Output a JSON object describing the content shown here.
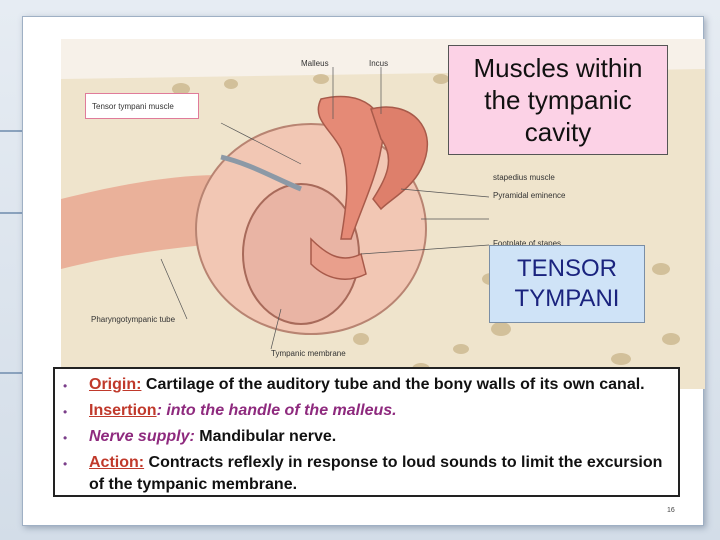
{
  "diagram_labels": {
    "malleus": "Malleus",
    "incus": "Incus",
    "tensor_tympani_muscle": "Tensor tympani muscle",
    "stapedius_muscle": "stapedius muscle",
    "pyramidal_eminence": "Pyramidal eminence",
    "footplate_of_stapes": "Footplate of stapes",
    "pharyngotympanic_tube": "Pharyngotympanic tube",
    "tympanic_membrane": "Tympanic membrane"
  },
  "title_box": {
    "line1": "Muscles within",
    "line2": "the tympanic",
    "line3": "cavity"
  },
  "tensor_title": {
    "line1": "TENSOR",
    "line2": "TYMPANI"
  },
  "info": {
    "bullet": "•",
    "origin_label": "Origin:",
    "origin_text": " Cartilage of the auditory tube and the bony walls of its own canal.",
    "insertion_label": "Insertion",
    "insertion_text": ": into the handle of the malleus.",
    "nerve_label": "Nerve supply:",
    "nerve_text": "  Mandibular nerve.",
    "action_label": "Action:",
    "action_text": " Contracts reflexly in response to loud sounds to limit the excursion of the tympanic membrane."
  },
  "slide_number": "16",
  "colors": {
    "title_bg": "#fcd2e6",
    "tensor_bg": "#cfe3f7",
    "tensor_text": "#1a237e",
    "label_red": "#c0392b",
    "label_purple": "#8e2a7e"
  }
}
